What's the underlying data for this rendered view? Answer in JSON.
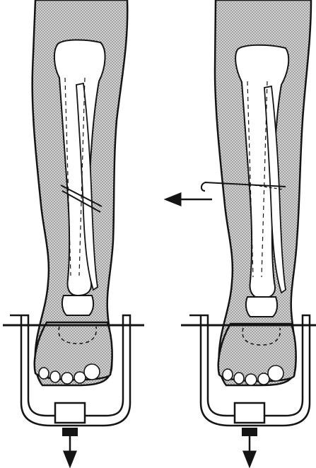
{
  "figure": {
    "panels": [
      {
        "id": "left",
        "description": "leg-in-traction-frame",
        "has_lateral_pull": false
      },
      {
        "id": "right",
        "description": "leg-in-traction-frame-with-lateral-pull",
        "has_lateral_pull": true
      }
    ]
  },
  "colors": {
    "ink": "#141414",
    "skin_stipple": "#8a8a8a",
    "skin_base": "#cfcfcf",
    "bone_fill": "#ffffff",
    "paper": "#ffffff"
  }
}
